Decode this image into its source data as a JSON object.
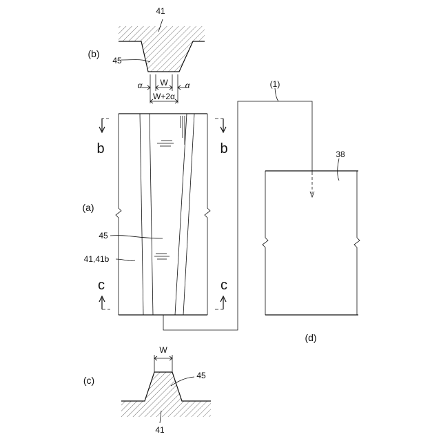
{
  "labels": {
    "part_41_top": "41",
    "view_b": "(b)",
    "part_45_b": "45",
    "alpha_left": "α",
    "width_w_top": "W",
    "alpha_right": "α",
    "width_w2a": "W+2α",
    "connector_1": "(1)",
    "part_38": "38",
    "section_b_left": "b",
    "section_b_right": "b",
    "view_a": "(a)",
    "part_45_a": "45",
    "part_41_41b": "41,41b",
    "section_c_left": "c",
    "section_c_right": "c",
    "view_d": "(d)",
    "width_w_bottom": "W",
    "view_c": "(c)",
    "part_45_c": "45",
    "part_41_bottom": "41"
  }
}
